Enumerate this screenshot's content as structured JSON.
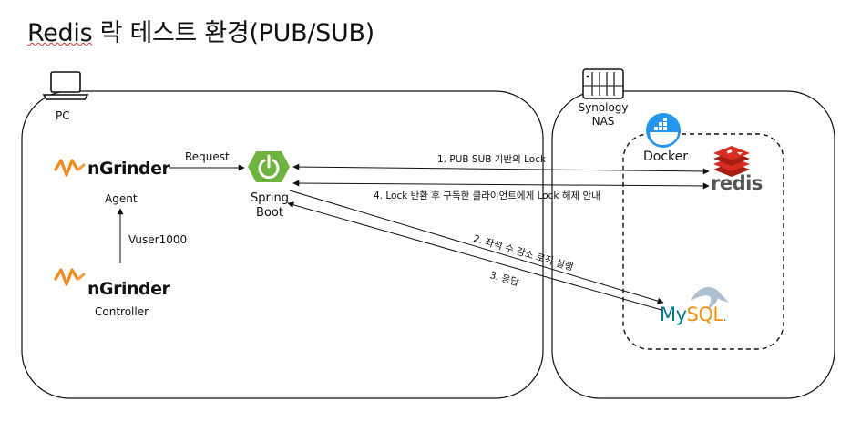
{
  "title": {
    "prefix": "Redis",
    "rest": " 락 테스트 환경(PUB/SUB)"
  },
  "pc": {
    "label": "PC"
  },
  "nas": {
    "label_line1": "Synology",
    "label_line2": "NAS"
  },
  "docker": {
    "label": "Docker"
  },
  "redis": {
    "label": "redis"
  },
  "mysql": {
    "label_my": "My",
    "label_sql": "SQL",
    "label_dot": "."
  },
  "ngrinder_agent": {
    "logo": "nGrinder",
    "label": "Agent"
  },
  "ngrinder_controller": {
    "logo": "nGrinder",
    "label": "Controller"
  },
  "spring": {
    "line1": "Spring",
    "line2": "Boot"
  },
  "edges": {
    "request": "Request",
    "vuser": "Vuser1000",
    "step1": "1. PUB SUB 기반의 Lock",
    "step4": "4. Lock 반환 후 구독한 클라이언트에게 Lock 해제 안내",
    "step2": "2. 좌석 수 감소 로직 실행",
    "step3": "3. 응답"
  },
  "colors": {
    "spring_green": "#6DB33F",
    "ngrinder_orange": "#F08A1C",
    "redis_red": "#D82C20",
    "docker_blue": "#2496ED",
    "mysql_blue": "#00758F",
    "mysql_orange": "#F29111"
  }
}
